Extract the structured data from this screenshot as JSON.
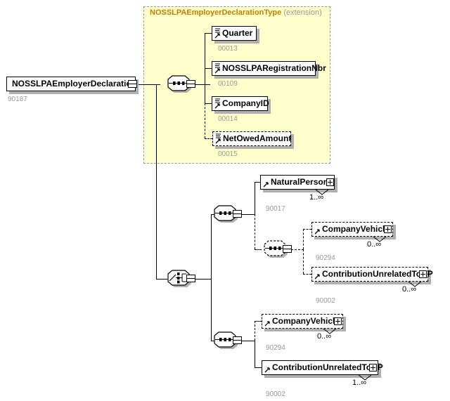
{
  "diagram": {
    "kind": "xsd-schema-diagram",
    "root": {
      "name": "NOSSLPAEmployerDeclaration",
      "id": "90187",
      "expander": "minus"
    },
    "type_region": {
      "name": "NOSSLPAEmployerDeclarationType",
      "qualifier": "(extension)",
      "fill": "#ffffcc",
      "border": "#999999"
    },
    "compositors": {
      "sequence_label": "sequence",
      "choice_label": "choice"
    },
    "nodes": [
      {
        "key": "quarter",
        "label": "Quarter",
        "id": "00013",
        "style": "solid",
        "expander": "none",
        "cardinality": ""
      },
      {
        "key": "regnbr",
        "label": "NOSSLPARegistrationNbr",
        "id": "00109",
        "style": "solid",
        "expander": "none",
        "cardinality": ""
      },
      {
        "key": "companyid",
        "label": "CompanyID",
        "id": "00014",
        "style": "solid",
        "expander": "none",
        "cardinality": ""
      },
      {
        "key": "netowed",
        "label": "NetOwedAmount",
        "id": "00015",
        "style": "dashed",
        "expander": "none",
        "cardinality": ""
      },
      {
        "key": "naturalperson",
        "label": "NaturalPerson",
        "id": "90017",
        "style": "solid",
        "expander": "plus",
        "cardinality": "1..∞"
      },
      {
        "key": "vehicle1",
        "label": "CompanyVehicle",
        "id": "",
        "style": "dashed",
        "expander": "plus",
        "cardinality": "0..∞"
      },
      {
        "key": "contrib1",
        "label": "ContributionUnrelatedToNP",
        "id": "90002",
        "style": "dashed",
        "expander": "plus",
        "cardinality": "0..∞"
      },
      {
        "key": "innerseq",
        "label": "",
        "id": "90294",
        "style": "dashed",
        "expander": "none",
        "cardinality": ""
      },
      {
        "key": "vehicle2",
        "label": "CompanyVehicle",
        "id": "90294",
        "style": "dashed",
        "expander": "plus",
        "cardinality": "0..∞"
      },
      {
        "key": "contrib2",
        "label": "ContributionUnrelatedToNP",
        "id": "90002",
        "style": "solid",
        "expander": "plus",
        "cardinality": "1..∞"
      }
    ]
  }
}
